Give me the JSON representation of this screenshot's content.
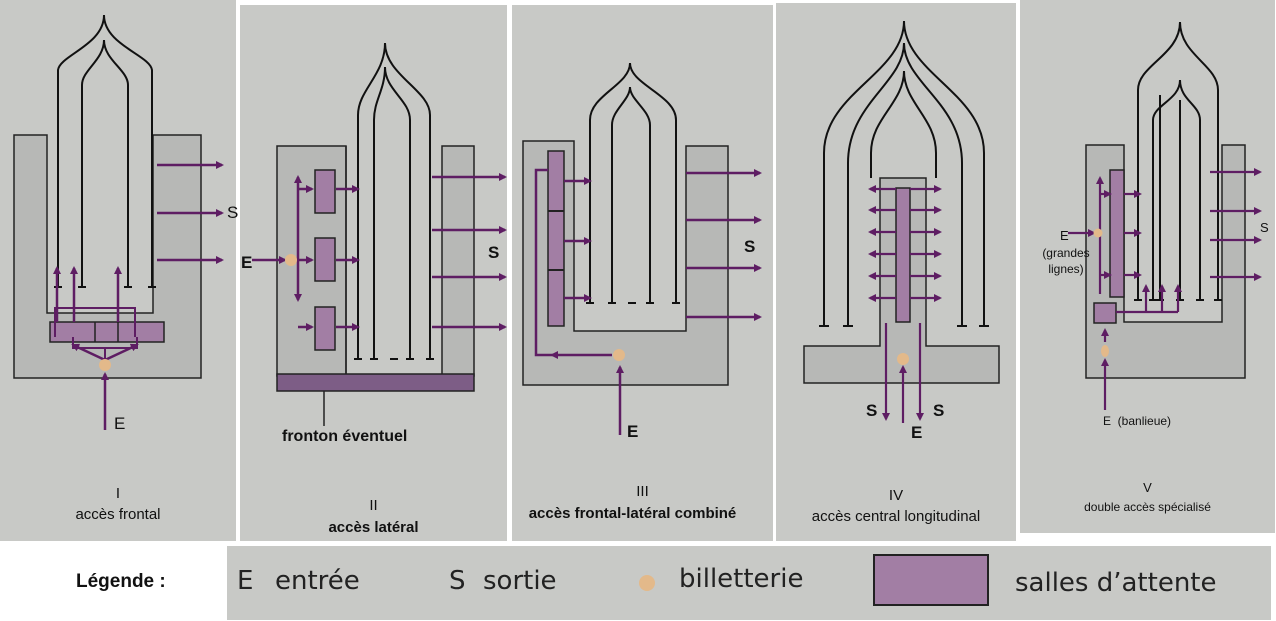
{
  "panels": [
    {
      "numeral": "I",
      "caption": "accès frontal",
      "labels": {
        "s": "S",
        "e": "E"
      }
    },
    {
      "numeral": "II",
      "caption": "accès latéral",
      "labels": {
        "s": "S",
        "e": "E",
        "note": "fronton éventuel"
      }
    },
    {
      "numeral": "III",
      "caption": "accès frontal-latéral combiné",
      "labels": {
        "s": "S",
        "e": "E"
      }
    },
    {
      "numeral": "IV",
      "caption": "accès central longitudinal",
      "labels": {
        "s1": "S",
        "s2": "S",
        "e": "E"
      }
    },
    {
      "numeral": "V",
      "caption": "double accès spécialisé",
      "labels": {
        "s": "S",
        "e1": "E",
        "e1_sub": "(grandes lignes)",
        "e2": "E  (banlieue)"
      }
    }
  ],
  "legend": {
    "title": "Légende :",
    "items": [
      {
        "symbol": "E",
        "text": "entrée"
      },
      {
        "symbol": "S",
        "text": "sortie"
      },
      {
        "symbol": "dot",
        "text": "billetterie"
      },
      {
        "symbol": "box",
        "text": "salles d’attente"
      }
    ]
  },
  "colors": {
    "panel_bg": "#c8c9c6",
    "building": "#b7b8b6",
    "arrow": "#5e1d63",
    "waiting_room": "#a27ea4",
    "ticket_dot": "#e3b98a",
    "fronton": "#7d5d86"
  }
}
